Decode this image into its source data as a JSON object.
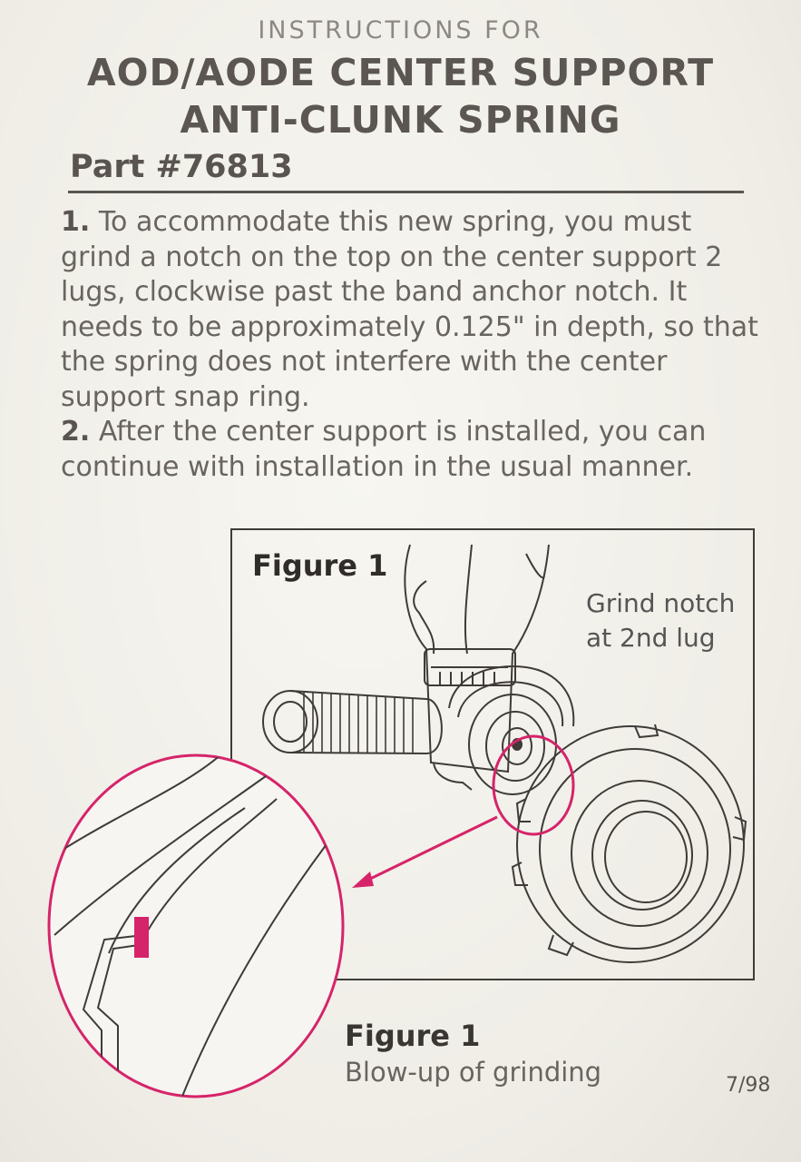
{
  "header": {
    "kicker": "INSTRUCTIONS FOR",
    "title_line1": "AOD/AODE CENTER SUPPORT",
    "title_line2": "ANTI-CLUNK SPRING",
    "part": "Part #76813"
  },
  "steps": [
    {
      "num": "1.",
      "text": "To accommodate this new spring, you must grind a notch on the top on the center support 2 lugs, clockwise past the band anchor notch. It needs to be approximately 0.125\" in depth, so that the spring does not interfere with the center support snap ring."
    },
    {
      "num": "2.",
      "text": "After the center support is installed, you can continue with installation in the usual manner."
    }
  ],
  "figure": {
    "label": "Figure 1",
    "callout": "Grind notch at 2nd lug",
    "caption_title": "Figure 1",
    "caption_sub": "Blow-up of grinding"
  },
  "footer": {
    "date": "7/98"
  },
  "colors": {
    "accent": "#d6246a",
    "ink": "#3f3b39",
    "paper": "#f3f1eb"
  }
}
